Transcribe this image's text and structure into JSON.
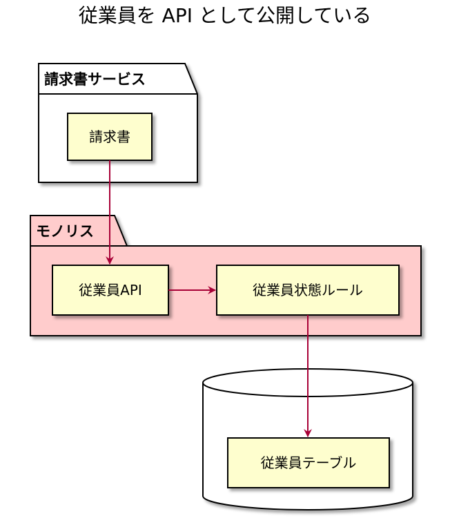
{
  "title": "従業員を API として公開している",
  "packages": {
    "billing": {
      "label": "請求書サービス"
    },
    "monolith": {
      "label": "モノリス"
    }
  },
  "components": {
    "invoice": "請求書",
    "employee_api": "従業員API",
    "employee_state_rules": "従業員状態ルール",
    "employee_table": "従業員テーブル"
  },
  "colors": {
    "component_fill": "#FEFECE",
    "monolith_fill": "#FFCCCC",
    "arrow": "#A80036",
    "border": "#000000"
  }
}
